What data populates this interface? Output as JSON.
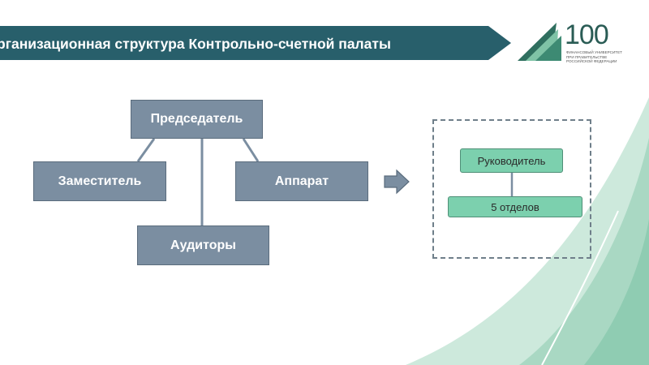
{
  "header": {
    "title": "рганизационная структура Контрольно-счетной палаты",
    "logo": {
      "text": "100",
      "caption_lines": [
        "ФИНАНСОВЫЙ УНИВЕРСИТЕТ",
        "ПРИ ПРАВИТЕЛЬСТВЕ",
        "РОССИЙСКОЙ ФЕДЕРАЦИИ"
      ]
    }
  },
  "org_chart": {
    "chairman": "Председатель",
    "deputy": "Заместитель",
    "apparatus": "Аппарат",
    "auditors": "Аудиторы"
  },
  "apparatus_detail": {
    "head": "Руководитель",
    "departments": "5 отделов"
  },
  "colors": {
    "title_bar": "#285f6b",
    "org_box": "#7b8ea1",
    "detail_box": "#7cd0ae",
    "decor_green": "#a9d8c3"
  }
}
